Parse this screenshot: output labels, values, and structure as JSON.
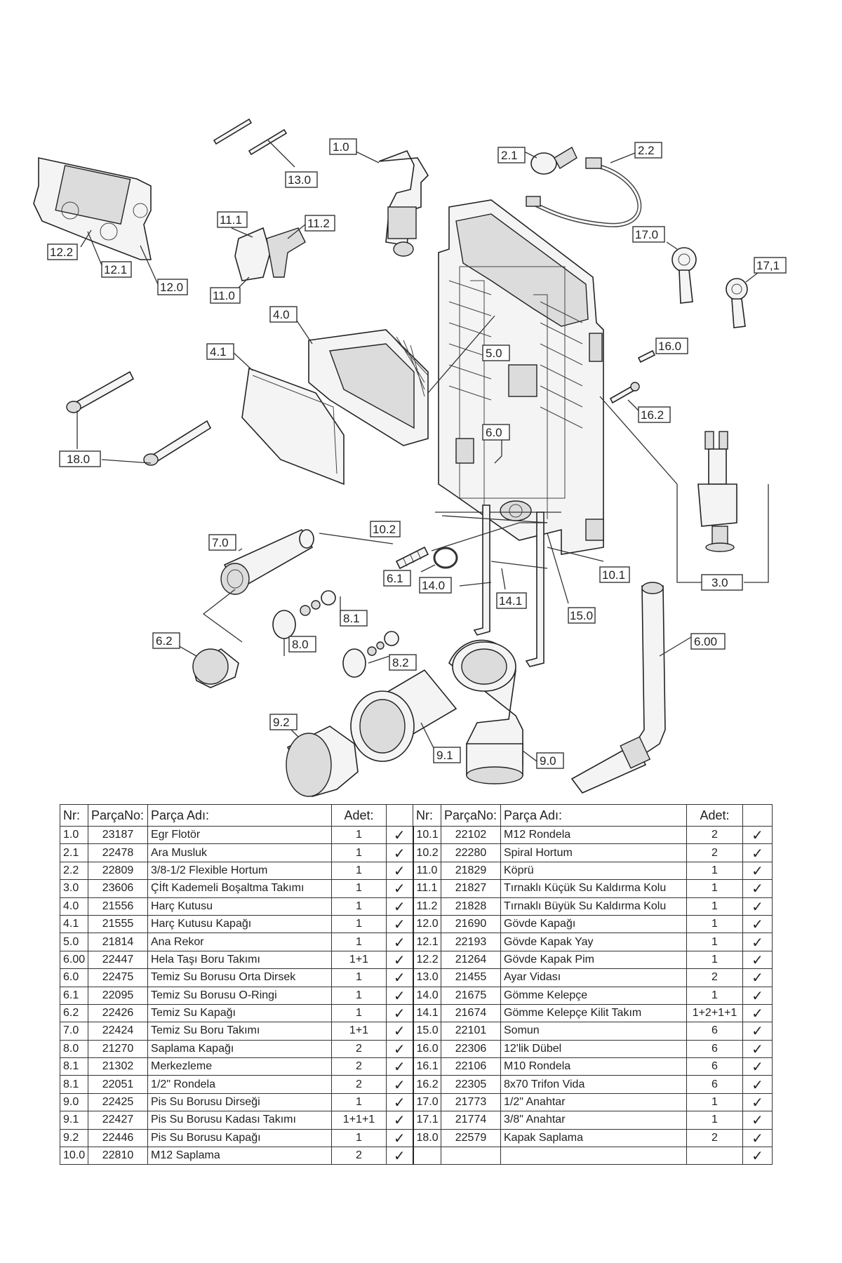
{
  "callouts": [
    "1.0",
    "2.1",
    "2.2",
    "3.0",
    "4.0",
    "4.1",
    "5.0",
    "6.0",
    "6.1",
    "6.2",
    "6.00",
    "7.0",
    "8.0",
    "8.1",
    "8.2",
    "9.0",
    "9.1",
    "9.2",
    "10.1",
    "10.2",
    "11.0",
    "11.1",
    "11.2",
    "12.0",
    "12.1",
    "12.2",
    "13.0",
    "14.0",
    "14.1",
    "15.0",
    "16.0",
    "16.2",
    "17.0",
    "17,1",
    "18.0"
  ],
  "table": {
    "headers": {
      "nr": "Nr:",
      "part_no": "ParçaNo:",
      "name": "Parça Adı:",
      "qty": "Adet:"
    },
    "check_mark": "✓",
    "left_rows": [
      [
        "1.0",
        "23187",
        "Egr Flotör",
        "1"
      ],
      [
        "2.1",
        "22478",
        "Ara Musluk",
        "1"
      ],
      [
        "2.2",
        "22809",
        "3/8-1/2 Flexible Hortum",
        "1"
      ],
      [
        "3.0",
        "23606",
        "Çİft Kademeli Boşaltma Takımı",
        "1"
      ],
      [
        "4.0",
        "21556",
        "Harç Kutusu",
        "1"
      ],
      [
        "4.1",
        "21555",
        "Harç Kutusu Kapağı",
        "1"
      ],
      [
        "5.0",
        "21814",
        "Ana Rekor",
        "1"
      ],
      [
        "6.00",
        "22447",
        "Hela Taşı Boru Takımı",
        "1+1"
      ],
      [
        "6.0",
        "22475",
        "Temiz Su Borusu Orta Dirsek",
        "1"
      ],
      [
        "6.1",
        "22095",
        "Temiz Su Borusu O-Ringi",
        "1"
      ],
      [
        "6.2",
        "22426",
        "Temiz Su Kapağı",
        "1"
      ],
      [
        "7.0",
        "22424",
        "Temiz Su Boru Takımı",
        "1+1"
      ],
      [
        "8.0",
        "21270",
        "Saplama Kapağı",
        "2"
      ],
      [
        "8.1",
        "21302",
        "Merkezleme",
        "2"
      ],
      [
        "8.1",
        "22051",
        "1/2\" Rondela",
        "2"
      ],
      [
        "9.0",
        "22425",
        "Pis Su Borusu Dirseği",
        "1"
      ],
      [
        "9.1",
        "22427",
        "Pis Su Borusu Kadası Takımı",
        "1+1+1"
      ],
      [
        "9.2",
        "22446",
        "Pis Su Borusu Kapağı",
        "1"
      ],
      [
        "10.0",
        "22810",
        "M12 Saplama",
        "2"
      ]
    ],
    "right_rows": [
      [
        "10.1",
        "22102",
        "M12 Rondela",
        "2"
      ],
      [
        "10.2",
        "22280",
        "Spiral Hortum",
        "2"
      ],
      [
        "11.0",
        "21829",
        "Köprü",
        "1"
      ],
      [
        "11.1",
        "21827",
        "Tırnaklı Küçük Su Kaldırma Kolu",
        "1"
      ],
      [
        "11.2",
        "21828",
        "Tırnaklı Büyük Su Kaldırma Kolu",
        "1"
      ],
      [
        "12.0",
        "21690",
        "Gövde Kapağı",
        "1"
      ],
      [
        "12.1",
        "22193",
        "Gövde Kapak Yay",
        "1"
      ],
      [
        "12.2",
        "21264",
        "Gövde Kapak Pim",
        "1"
      ],
      [
        "13.0",
        "21455",
        "Ayar Vidası",
        "2"
      ],
      [
        "14.0",
        "21675",
        "Gömme Kelepçe",
        "1"
      ],
      [
        "14.1",
        "21674",
        "Gömme Kelepçe Kilit Takım",
        "1+2+1+1"
      ],
      [
        "15.0",
        "22101",
        "Somun",
        "6"
      ],
      [
        "16.0",
        "22306",
        "12'lik Dübel",
        "6"
      ],
      [
        "16.1",
        "22106",
        "M10 Rondela",
        "6"
      ],
      [
        "16.2",
        "22305",
        "8x70 Trifon Vida",
        "6"
      ],
      [
        "17.0",
        "21773",
        "1/2\" Anahtar",
        "1"
      ],
      [
        "17.1",
        "21774",
        "3/8\" Anahtar",
        "1"
      ],
      [
        "18.0",
        "22579",
        "Kapak Saplama",
        "2"
      ]
    ]
  }
}
